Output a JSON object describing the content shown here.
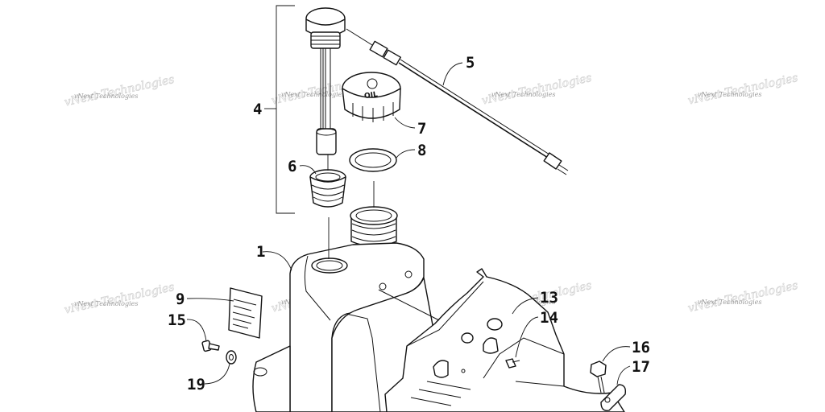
{
  "diagram": {
    "callouts": [
      {
        "id": "c1",
        "label": "1"
      },
      {
        "id": "c4",
        "label": "4"
      },
      {
        "id": "c5",
        "label": "5"
      },
      {
        "id": "c6",
        "label": "6"
      },
      {
        "id": "c7",
        "label": "7"
      },
      {
        "id": "c8",
        "label": "8"
      },
      {
        "id": "c9",
        "label": "9"
      },
      {
        "id": "c13",
        "label": "13"
      },
      {
        "id": "c14",
        "label": "14"
      },
      {
        "id": "c15",
        "label": "15"
      },
      {
        "id": "c16",
        "label": "16"
      },
      {
        "id": "c17",
        "label": "17"
      },
      {
        "id": "c19",
        "label": "19"
      }
    ],
    "cap_text": "OIL",
    "watermark": "vNext Technologies"
  }
}
